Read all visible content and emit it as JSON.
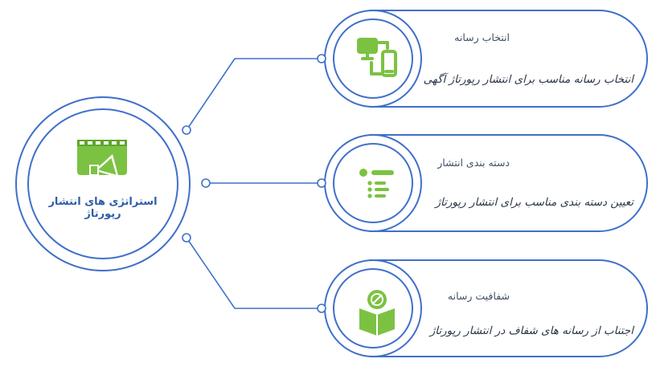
{
  "hub": {
    "title": "استراتژی های انتشار رپورتاژ",
    "icon": "video-megaphone-icon"
  },
  "cards": [
    {
      "title": "انتخاب رسانه",
      "description": "انتخاب رسانه مناسب برای انتشار رپورتاژ آگهی",
      "icon": "devices-icon"
    },
    {
      "title": "دسته بندی انتشار",
      "description": "تعیین دسته بندی مناسب برای انتشار رپورتاژ",
      "icon": "list-icon"
    },
    {
      "title": "شفافیت رسانه",
      "description": "اجتناب از رسانه های شفاف در انتشار رپورتاژ",
      "icon": "book-eye-icon"
    }
  ],
  "colors": {
    "outline": "#3f70c9",
    "accent": "#7cc242"
  }
}
